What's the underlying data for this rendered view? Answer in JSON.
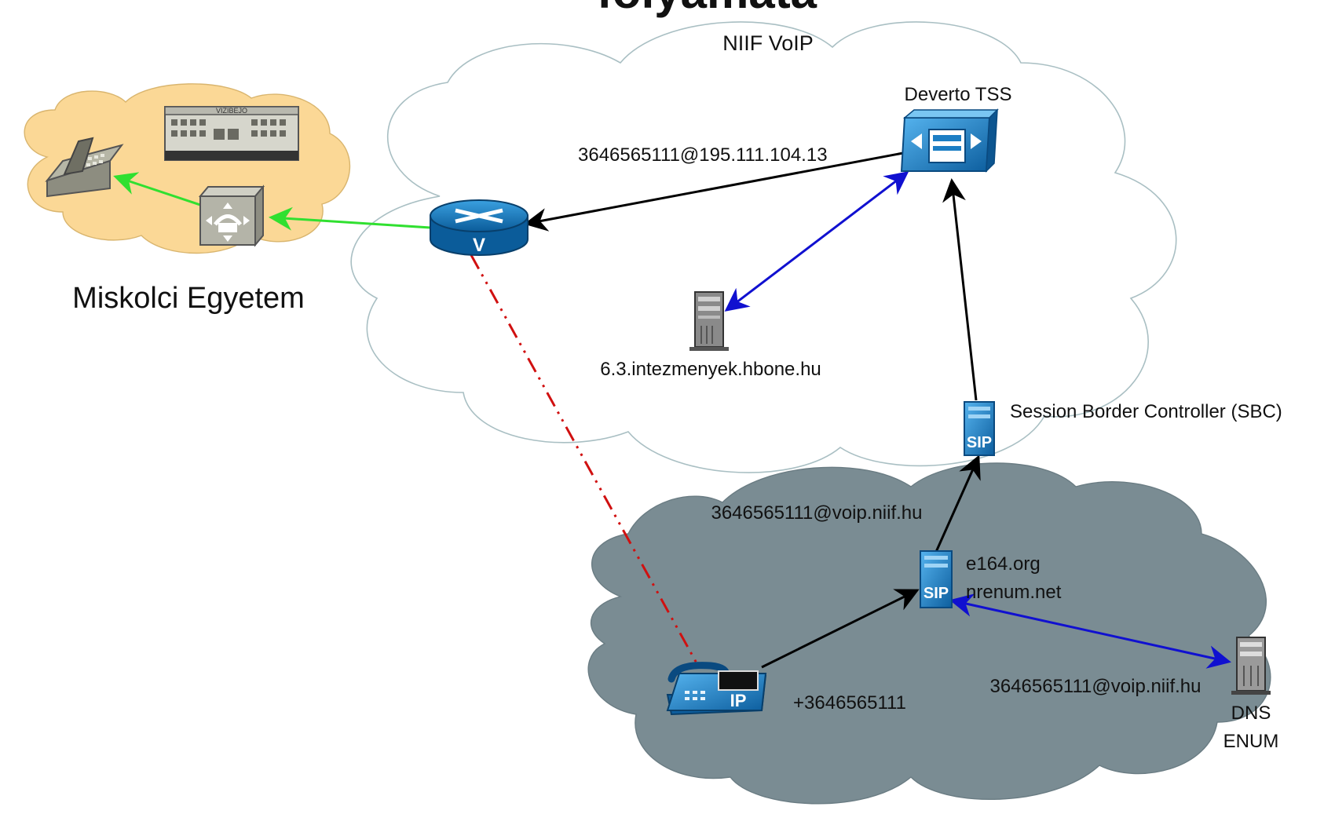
{
  "title": "folyamata",
  "clouds": {
    "niif": "NIIF VoIP",
    "university": "Miskolci Egyetem"
  },
  "nodes": {
    "deverto": "Deverto TSS",
    "hbone": "6.3.intezmenyek.hbone.hu",
    "sbc": "Session Border Controller (SBC)",
    "e164_line1": "e164.org",
    "e164_line2": "nrenum.net",
    "dns_line1": "DNS",
    "dns_line2": "ENUM",
    "ip_phone": "+3646565111"
  },
  "links": {
    "gateway_to_router": "3646565111@195.111.104.13",
    "enum_to_sbc": "3646565111@voip.niif.hu",
    "enum_to_dns": "3646565111@voip.niif.hu"
  },
  "colors": {
    "arrow_black": "#000000",
    "arrow_blue": "#1010d0",
    "arrow_green": "#30e030",
    "dashed_red": "#d01010",
    "cloud_light": "#ffffff",
    "cloud_tan": "#fbd896",
    "cloud_dark": "#7a8c93",
    "device_blue": "#1c7ec4"
  }
}
